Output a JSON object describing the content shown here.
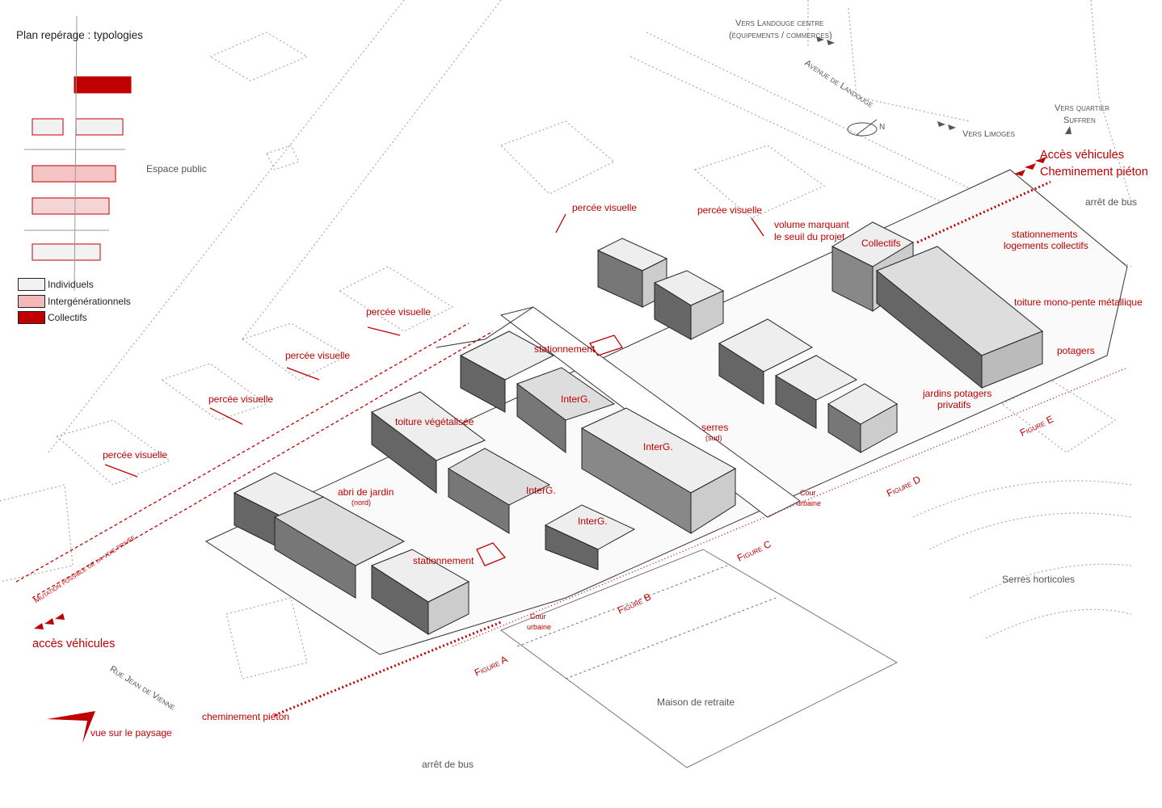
{
  "legend": {
    "title": "Plan repérage : typologies",
    "items": [
      {
        "label": "Individuels",
        "color": "#f2f2f2"
      },
      {
        "label": "Intergénérationnels",
        "color": "#f4b8b8"
      },
      {
        "label": "Collectifs",
        "color": "#c00000"
      }
    ]
  },
  "context_labels": {
    "espace_public": "Espace public",
    "vers_landouge_1": "Vers Landouge centre",
    "vers_landouge_2": "(équipements / commerces)",
    "avenue": "Avenue de Landouge",
    "vers_limoges": "Vers Limoges",
    "vers_suffren_1": "Vers quartier",
    "vers_suffren_2": "Suffren",
    "arret_bus_top": "arrêt de bus",
    "arret_bus_bottom": "arrêt de bus",
    "rue": "Rue Jean de Vienne",
    "maison_retraite": "Maison de retraite",
    "serres_horticoles": "Serres horticoles",
    "north": "N"
  },
  "annotations": {
    "acces_vehicules_top": "Accès véhicules",
    "cheminement_top": "Cheminement piéton",
    "acces_vehicules_bottom": "accès véhicules",
    "cheminement_bottom": "cheminement piéton",
    "vue_paysage": "vue sur le paysage",
    "percee": "percée visuelle",
    "volume_1": "volume marquant",
    "volume_2": "le seuil du projet",
    "collectifs": "Collectifs",
    "stationnements_1": "stationnements",
    "stationnements_2": "logements collectifs",
    "toiture_metal": "toiture mono-pente métallique",
    "potagers": "potagers",
    "jardins_1": "jardins potagers",
    "jardins_2": "privatifs",
    "stationnement": "stationnement",
    "interg": "InterG.",
    "toiture_veg": "toiture végétalisée",
    "serres_1": "serres",
    "serres_2": "(sud)",
    "abri_1": "abri de jardin",
    "abri_2": "(nord)",
    "mutation": "Mutation possible de la voie privée",
    "cour_1": "Cour",
    "cour_2": "urbaine",
    "figures": [
      "Figure A",
      "Figure B",
      "Figure C",
      "Figure D",
      "Figure E"
    ]
  },
  "colors": {
    "accent": "#c00000",
    "line": "#333333",
    "context": "#999999"
  }
}
